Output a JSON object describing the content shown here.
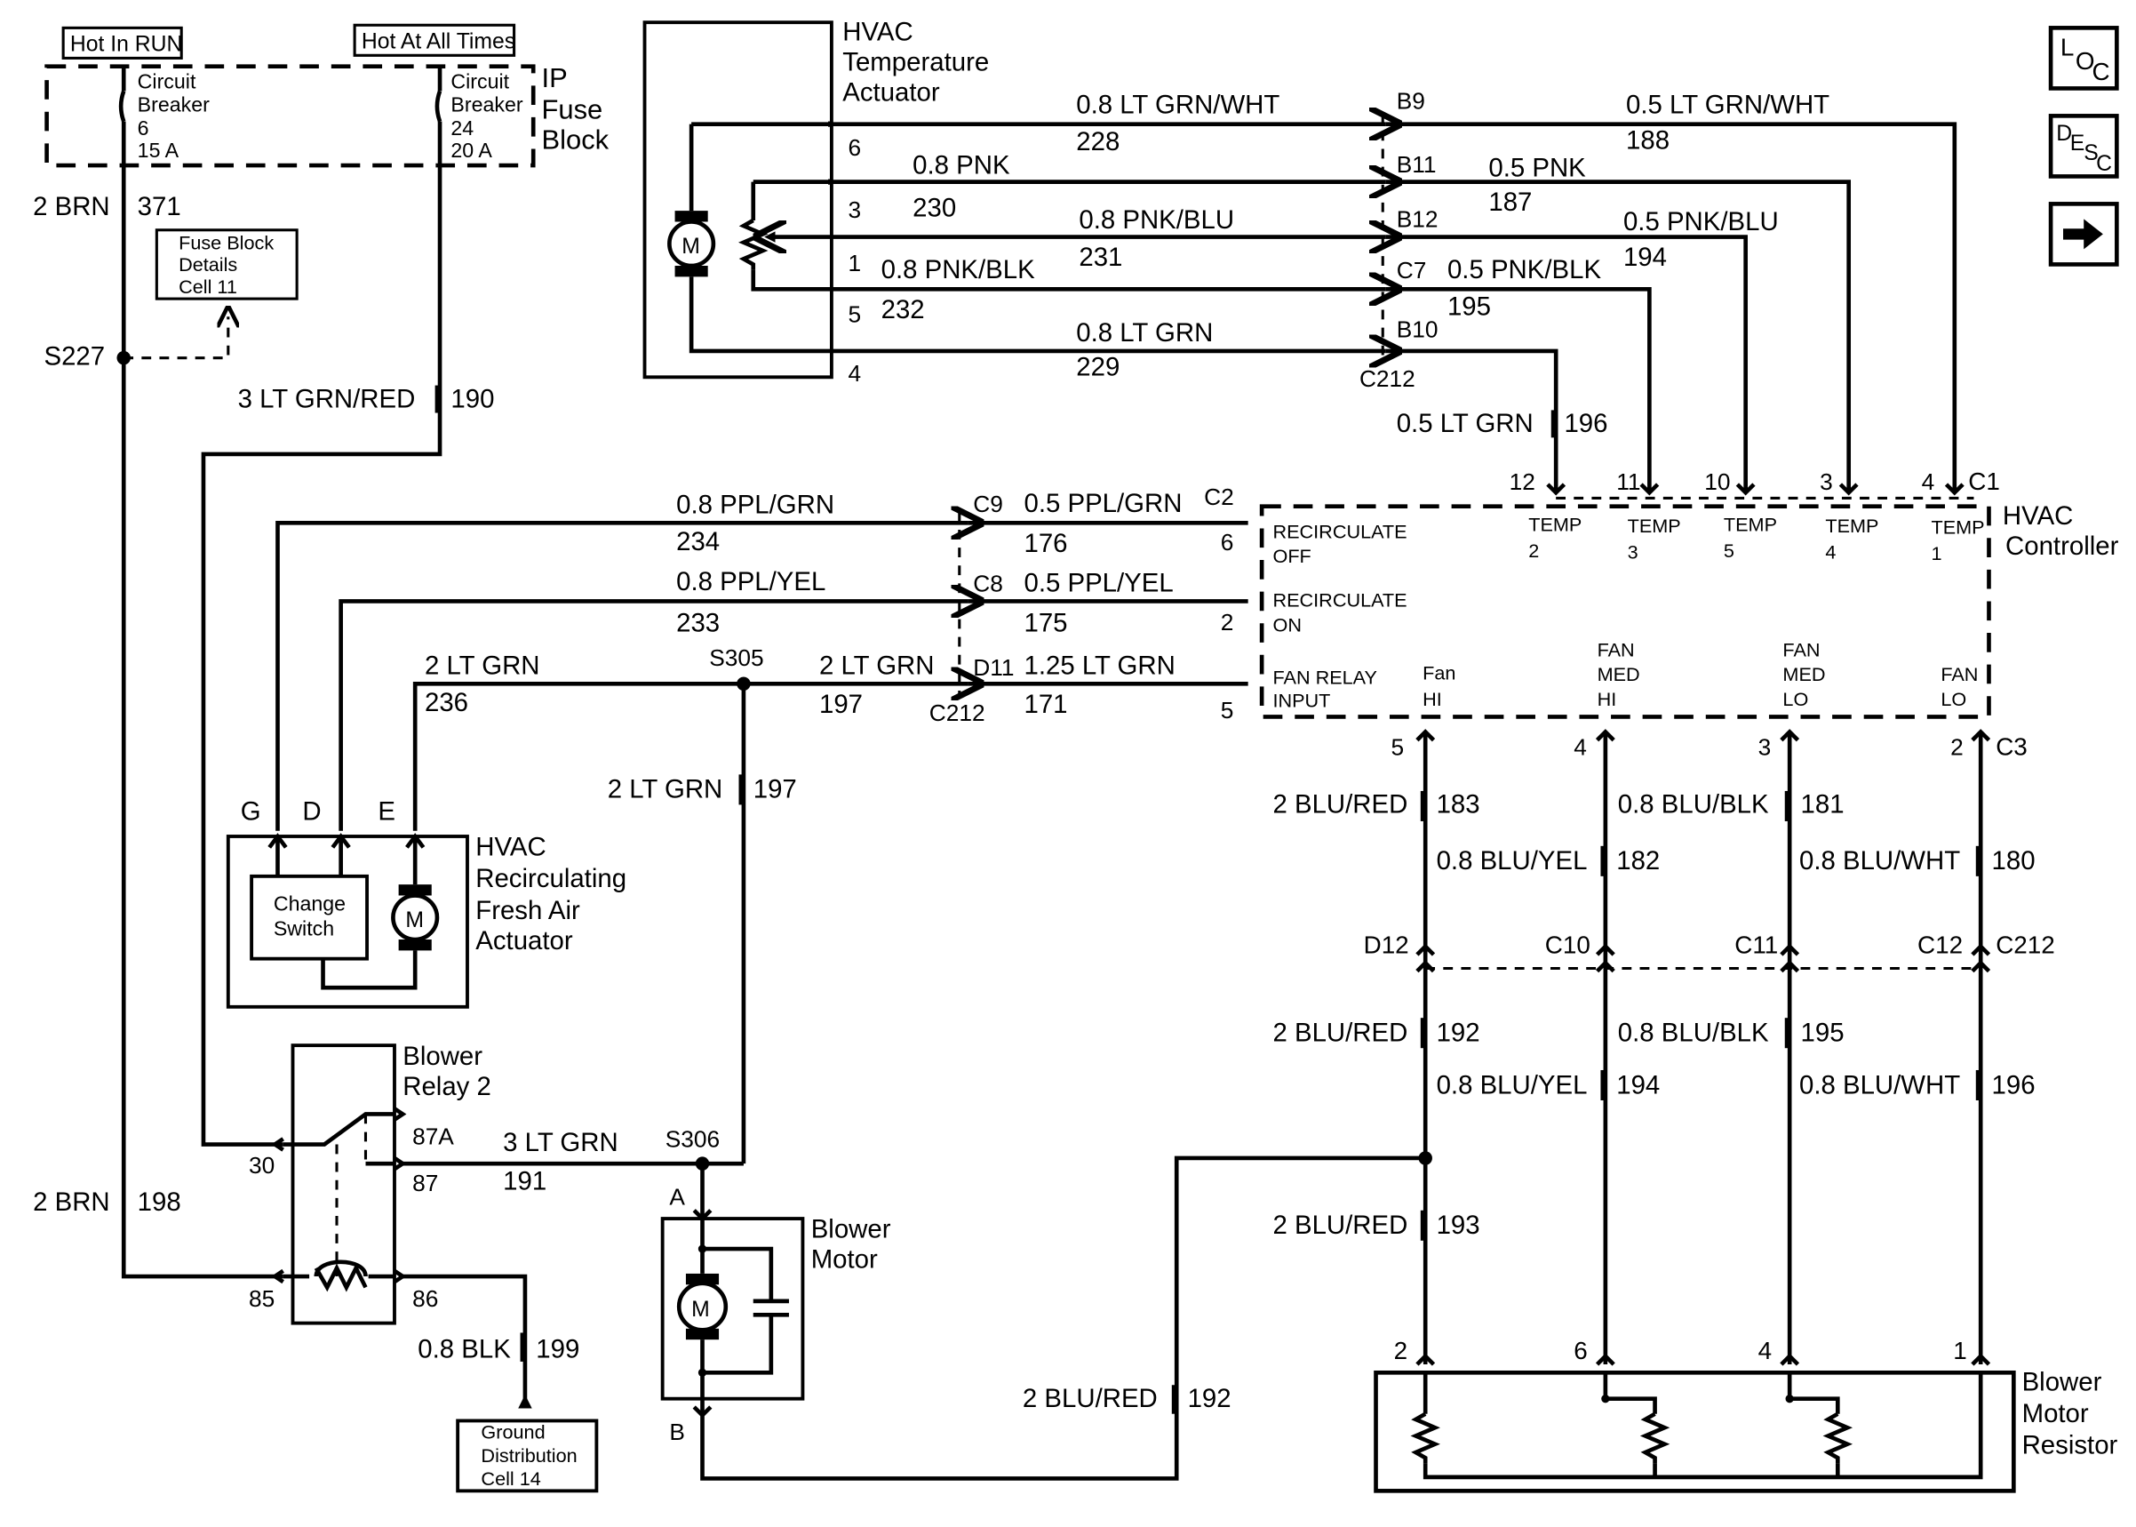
{
  "nav": {
    "loc_top": "L",
    "loc_o": "O",
    "loc_c": "C",
    "desc_d": "D",
    "desc_e": "E",
    "desc_s": "S",
    "desc_c": "C",
    "next_arrow": "arrow-right-icon"
  },
  "fuse": {
    "hot_run": "Hot In RUN",
    "hot_all": "Hot At All Times",
    "cb1_l1": "Circuit",
    "cb1_l2": "Breaker",
    "cb1_l3": "6",
    "cb1_l4": "15 A",
    "cb2_l1": "Circuit",
    "cb2_l2": "Breaker",
    "cb2_l3": "24",
    "cb2_l4": "20 A",
    "block_l1": "IP",
    "block_l2": "Fuse",
    "block_l3": "Block",
    "details_l1": "Fuse Block",
    "details_l2": "Details",
    "details_l3": "Cell 11"
  },
  "left": {
    "w371_color": "2 BRN",
    "w371_num": "371",
    "s227": "S227",
    "w190_color": "3 LT GRN/RED",
    "w190_num": "190",
    "w198_color": "2 BRN",
    "w198_num": "198"
  },
  "temp_actuator": {
    "title_l1": "HVAC",
    "title_l2": "Temperature",
    "title_l3": "Actuator",
    "motor": "M",
    "pin6": "6",
    "pin3": "3",
    "pin1": "1",
    "pin5": "5",
    "pin4": "4"
  },
  "temp_wires": {
    "w228_color": "0.8 LT GRN/WHT",
    "w228_num": "228",
    "w230_color": "0.8 PNK",
    "w230_num": "230",
    "w231_color": "0.8 PNK/BLU",
    "w231_num": "231",
    "w232_color": "0.8 PNK/BLK",
    "w232_num": "232",
    "w229_color": "0.8 LT GRN",
    "w229_num": "229",
    "b9": "B9",
    "b11": "B11",
    "b12": "B12",
    "c7": "C7",
    "b10": "B10",
    "c212": "C212",
    "w188_color": "0.5 LT GRN/WHT",
    "w188_num": "188",
    "w187_color": "0.5 PNK",
    "w187_num": "187",
    "w194_color": "0.5 PNK/BLU",
    "w194_num": "194",
    "w195_color": "0.5 PNK/BLK",
    "w195_num": "195",
    "w196_color": "0.5 LT GRN",
    "w196_num": "196"
  },
  "controller": {
    "title_l1": "HVAC",
    "title_l2": "Controller",
    "c1": "C1",
    "c2": "C2",
    "c3": "C3",
    "pin12": "12",
    "pin11": "11",
    "pin10": "10",
    "pin3": "3",
    "pin4": "4",
    "temp": "TEMP",
    "t2": "2",
    "t3": "3",
    "t5": "5",
    "t4": "4",
    "t1": "1",
    "recirc": "RECIRCULATE",
    "off": "OFF",
    "on": "ON",
    "fan_relay": "FAN RELAY",
    "input": "INPUT",
    "fan_hi_l1": "Fan",
    "fan_hi_l2": "HI",
    "fan": "FAN",
    "med": "MED",
    "hi": "HI",
    "lo": "LO",
    "c2pin6": "6",
    "c2pin2": "2",
    "c2pin5": "5",
    "c3pin5": "5",
    "c3pin4": "4",
    "c3pin3": "3",
    "c3pin2": "2"
  },
  "recirc_wires": {
    "w234_color": "0.8 PPL/GRN",
    "w234_num": "234",
    "w233_color": "0.8 PPL/YEL",
    "w233_num": "233",
    "w236_color": "2 LT GRN",
    "w236_num": "236",
    "s305": "S305",
    "w197_color": "2 LT GRN",
    "w197_num": "197",
    "c9": "C9",
    "c8": "C8",
    "d11": "D11",
    "c212": "C212",
    "w176_color": "0.5 PPL/GRN",
    "w176_num": "176",
    "w175_color": "0.5 PPL/YEL",
    "w175_num": "175",
    "w171_color": "1.25 LT GRN",
    "w171_num": "171",
    "w197v_color": "2 LT GRN",
    "w197v_num": "197"
  },
  "recirc_actuator": {
    "pin_g": "G",
    "pin_d": "D",
    "pin_e": "E",
    "title_l1": "HVAC",
    "title_l2": "Recirculating",
    "title_l3": "Fresh Air",
    "title_l4": "Actuator",
    "switch_l1": "Change",
    "switch_l2": "Switch",
    "motor": "M"
  },
  "relay": {
    "title_l1": "Blower",
    "title_l2": "Relay 2",
    "p87a": "87A",
    "p87": "87",
    "p30": "30",
    "p85": "85",
    "p86": "86",
    "w191_color": "3 LT GRN",
    "w191_num": "191",
    "s306": "S306",
    "w199_color": "0.8 BLK",
    "w199_num": "199",
    "ground_l1": "Ground",
    "ground_l2": "Distribution",
    "ground_l3": "Cell 14"
  },
  "blower_motor": {
    "pin_a": "A",
    "pin_b": "B",
    "title_l1": "Blower",
    "title_l2": "Motor",
    "motor": "M",
    "w192_color": "2 BLU/RED",
    "w192_num": "192"
  },
  "fan_wires": {
    "w183_color": "2 BLU/RED",
    "w183_num": "183",
    "w181_color": "0.8 BLU/BLK",
    "w181_num": "181",
    "w182_color": "0.8 BLU/YEL",
    "w182_num": "182",
    "w180_color": "0.8 BLU/WHT",
    "w180_num": "180",
    "d12": "D12",
    "c10": "C10",
    "c11": "C11",
    "c12": "C12",
    "c212": "C212",
    "w192_color": "2 BLU/RED",
    "w192_num": "192",
    "w195_color": "0.8 BLU/BLK",
    "w195_num": "195",
    "w194_color": "0.8 BLU/YEL",
    "w194_num": "194",
    "w196_color": "0.8 BLU/WHT",
    "w196_num": "196",
    "w193_color": "2 BLU/RED",
    "w193_num": "193"
  },
  "resistor": {
    "pin2": "2",
    "pin6": "6",
    "pin4": "4",
    "pin1": "1",
    "title_l1": "Blower",
    "title_l2": "Motor",
    "title_l3": "Resistor"
  }
}
